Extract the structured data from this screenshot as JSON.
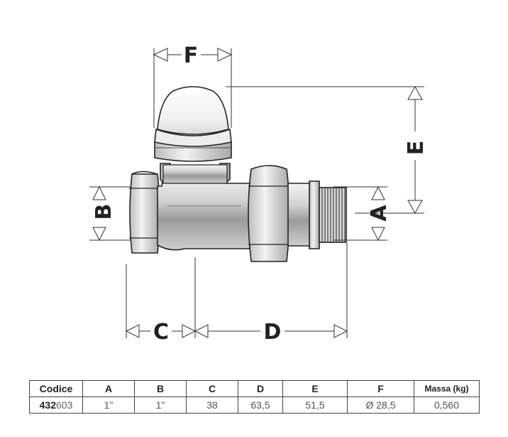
{
  "dimension_labels": {
    "A": "A",
    "B": "B",
    "C": "C",
    "D": "D",
    "E": "E",
    "F": "F"
  },
  "table": {
    "headers": [
      "Codice",
      "A",
      "B",
      "C",
      "D",
      "E",
      "F",
      "Massa (kg)"
    ],
    "row": {
      "code_prefix": "432",
      "code_suffix": "603",
      "A": "1\"",
      "B": "1\"",
      "C": "38",
      "D": "63,5",
      "E": "51,5",
      "F": "Ø 28,5",
      "mass": "0,560"
    }
  }
}
